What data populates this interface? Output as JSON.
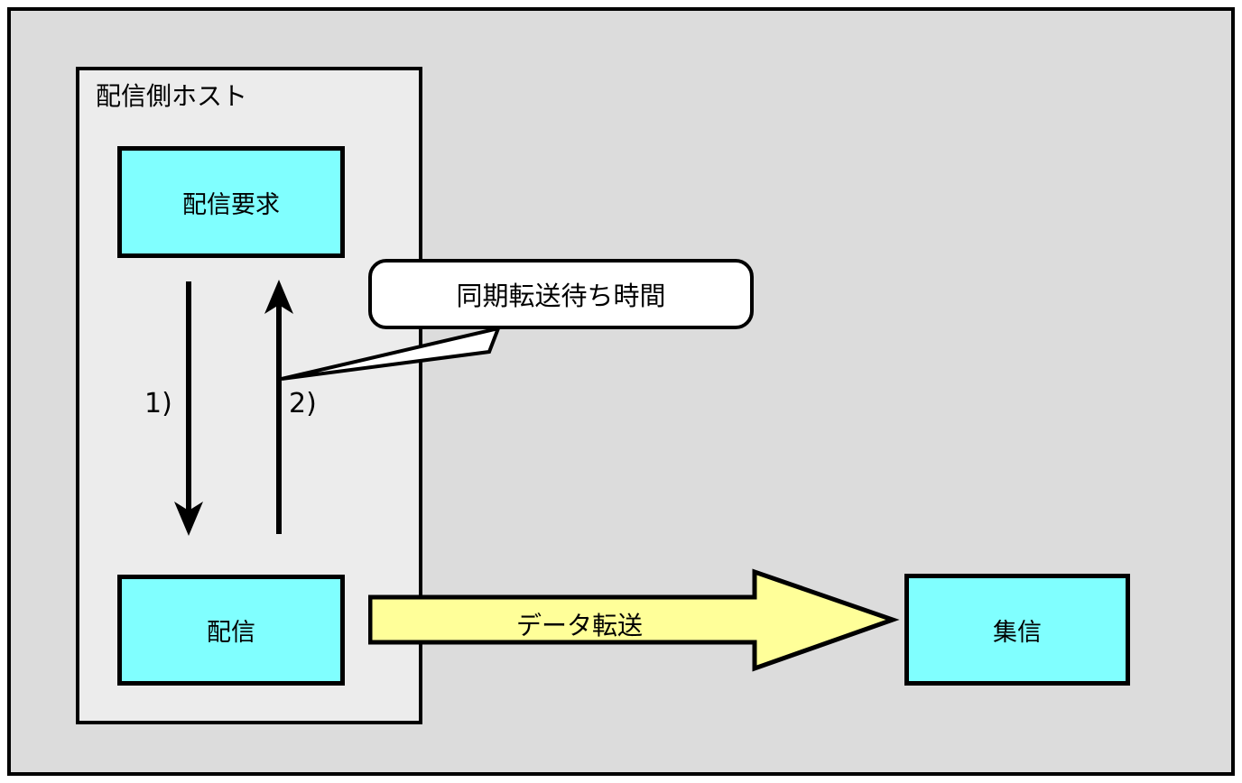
{
  "diagram": {
    "title_text": "配信側ホスト",
    "host_panel": {
      "label": "配信側ホスト"
    },
    "boxes": [
      {
        "id": "haishin-youkyuu",
        "label": "配信要求"
      },
      {
        "id": "haishin",
        "label": "配信"
      },
      {
        "id": "shuushin",
        "label": "集信"
      }
    ],
    "steps": [
      {
        "id": "step-1",
        "label": "1)",
        "direction": "down"
      },
      {
        "id": "step-2",
        "label": "2)",
        "direction": "up"
      }
    ],
    "callout": {
      "label": "同期転送待ち時間"
    },
    "data_transfer_arrow": {
      "label": "データ転送"
    },
    "colors": {
      "page_background": "#ffffff",
      "plate_background": "#dcdcdc",
      "panel_background": "#ececec",
      "box_fill": "#80ffff",
      "arrow_fill": "#ffff99",
      "callout_fill": "#ffffff",
      "stroke": "#000000"
    }
  }
}
